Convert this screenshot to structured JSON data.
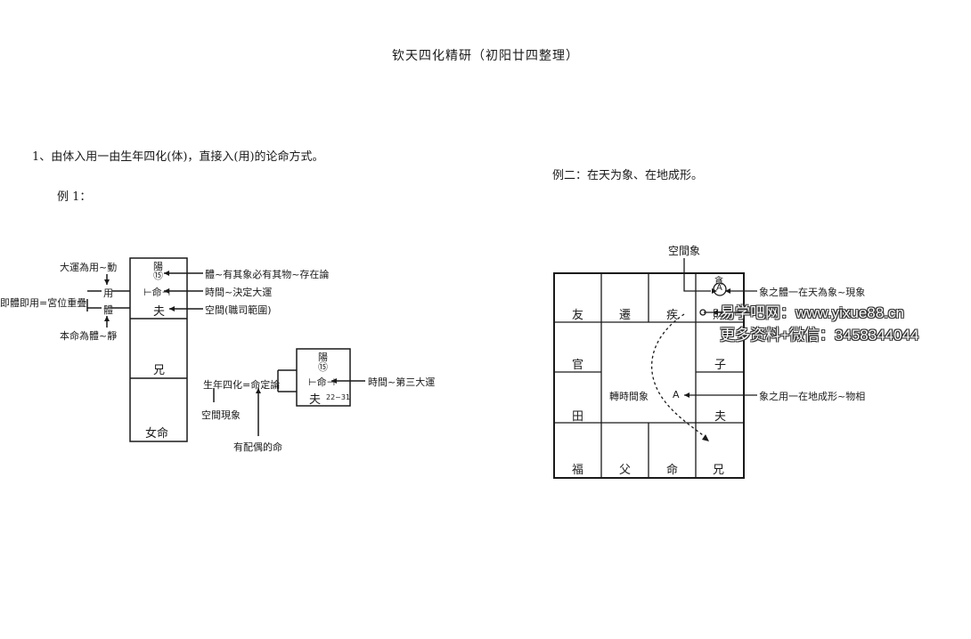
{
  "page_title": "钦天四化精研（初阳廿四整理）",
  "intro_line": "1、由体入用一由生年四化(体)，直接入(用)的论命方式。",
  "example1": {
    "heading": "例 1：",
    "left_labels": {
      "move": "大運為用~動",
      "use_char": "用",
      "body_use": "即體即用=宮位重疊",
      "body_char": "體",
      "static": "本命為體~靜"
    },
    "column_cells": {
      "yang": "陽",
      "marker": "⑮",
      "ming": "⊢命⊣",
      "fu": "夫",
      "xiong": "兄",
      "nv_ming": "女命"
    },
    "right_labels": {
      "body_note": "體~有其象必有其物~存在論",
      "time": "時間~決定大運",
      "space": "空間(職司範圍)"
    },
    "small_box": {
      "yang": "陽",
      "marker": "⑮",
      "ming": "⊢命⊣",
      "fu": "夫",
      "range": "22~31"
    },
    "small_labels": {
      "natal_sihua": "生年四化=命定論",
      "space_phenomenon": "空間現象",
      "has_spouse": "有配偶的命",
      "time_third": "時間~第三大運"
    }
  },
  "example2": {
    "heading": "例二：在天为象、在地成形。",
    "top_label": "空間象",
    "grid_top": [
      "友",
      "遷",
      "疾",
      "財"
    ],
    "grid_left": [
      "官",
      "田"
    ],
    "grid_right": [
      "子",
      "夫"
    ],
    "grid_bottom": [
      "福",
      "父",
      "命",
      "兄"
    ],
    "marker_top": "貪",
    "marker_a": "A",
    "dot_symbol": "○",
    "transform_label": "轉時間象",
    "right_label1": "象之體一在天為象~現象",
    "right_label2": "象之用一在地成形~物相"
  },
  "watermark": {
    "line1": "易学吧网：www.yixue88.cn",
    "line2": "更多资料+微信：3458344044"
  }
}
